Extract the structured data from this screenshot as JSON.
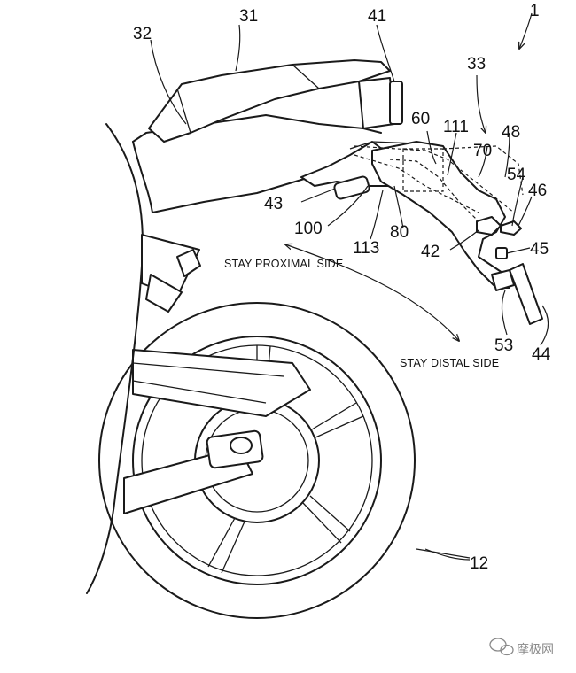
{
  "figure_number": "1",
  "reference_numerals": {
    "seat_rear": "31",
    "seat_front": "32",
    "assembly": "33",
    "tail_light": "41",
    "lamp": "42",
    "grab_handle": "43",
    "license_plate": "44",
    "reflector": "45",
    "turn_signal": "46",
    "stay_part_48": "48",
    "plate_holder": "53",
    "signal_mount": "54",
    "part_60": "60",
    "part_70": "70",
    "part_80": "80",
    "bracket": "100",
    "part_111": "111",
    "part_113": "113",
    "rear_wheel": "12"
  },
  "captions": {
    "proximal": "STAY PROXIMAL SIDE",
    "distal": "STAY DISTAL SIDE"
  },
  "watermark": {
    "text": "摩极网",
    "icon": "wechat-logo-icon"
  },
  "colors": {
    "line": "#1a1a1a",
    "background": "#ffffff",
    "watermark": "#8a8a8a"
  }
}
